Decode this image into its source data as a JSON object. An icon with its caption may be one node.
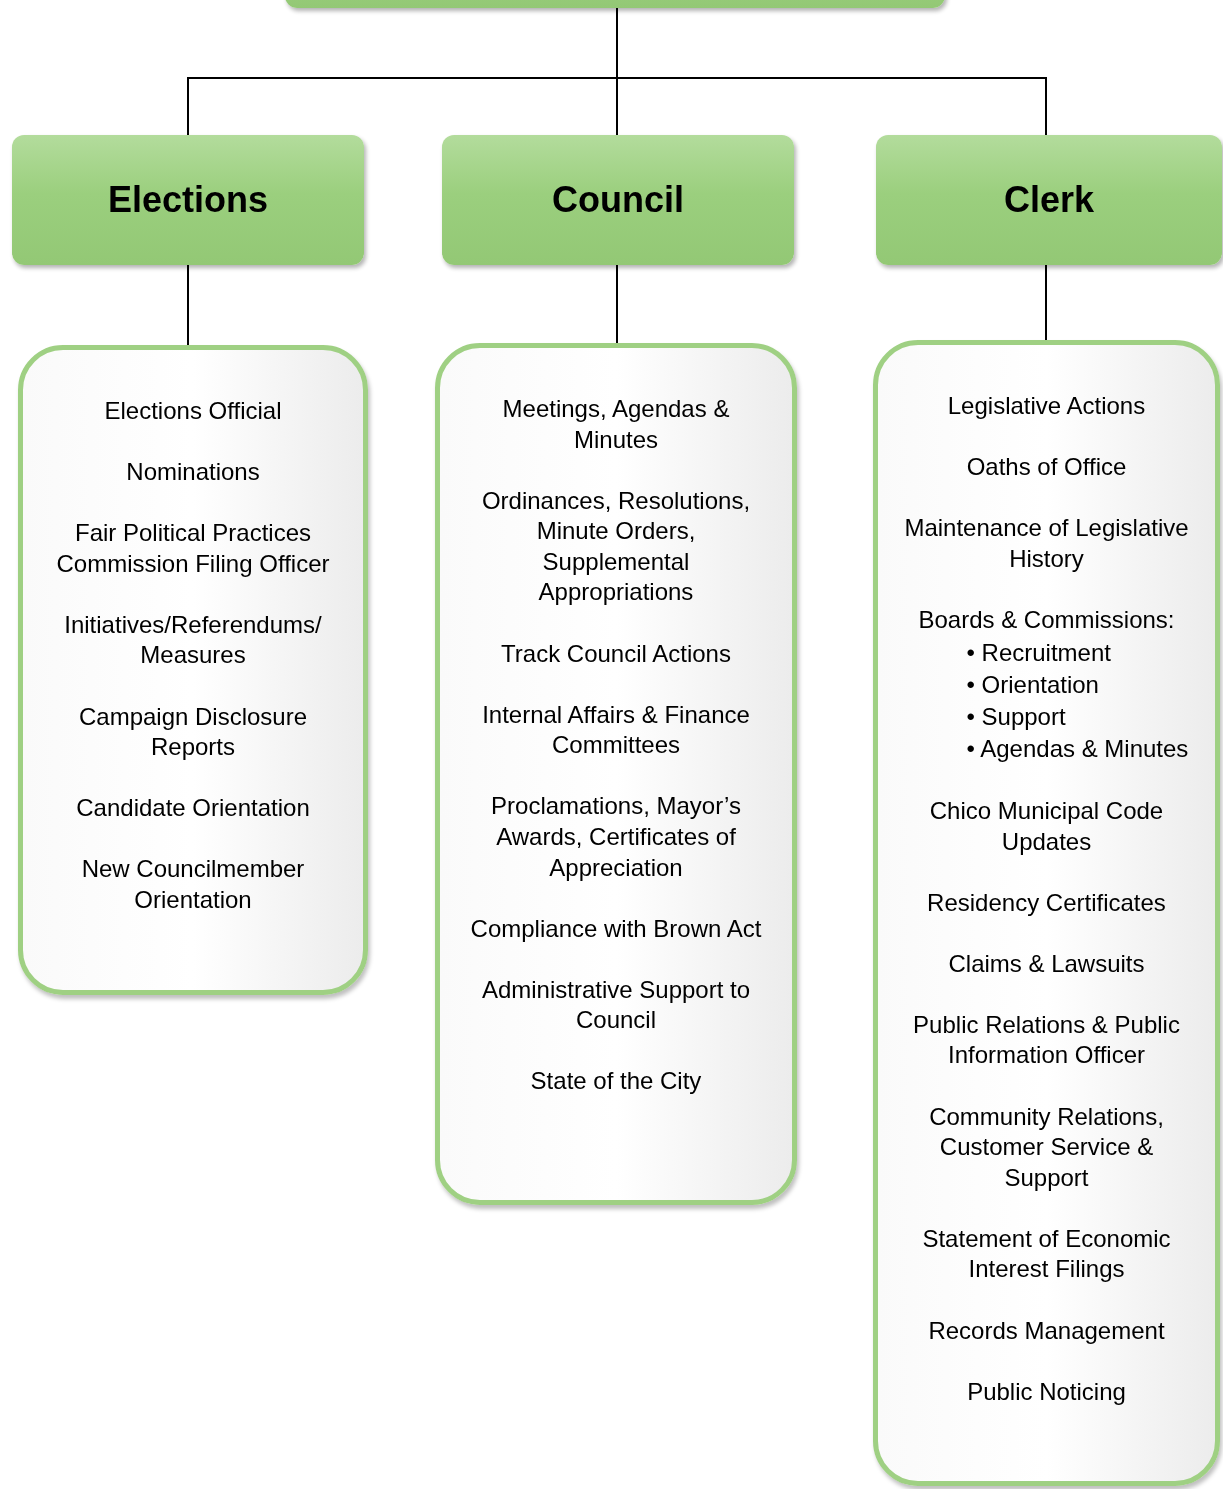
{
  "diagram": {
    "nodes": [
      {
        "text": [],
        "shape": "box"
      },
      {
        "text": [
          "Elections"
        ]
      },
      {
        "text": [
          "Council"
        ]
      },
      {
        "text": [
          "Clerk"
        ]
      },
      {
        "text": [
          "Elections Official",
          "Nominations",
          "Fair Political Practices Commission Filing Officer",
          "Initiatives/Referendums/ Measures",
          "Campaign Disclosure Reports",
          "Candidate Orientation",
          "New Councilmember Orientation"
        ]
      },
      {
        "text": [
          "Meetings, Agendas & Minutes",
          "Ordinances, Resolutions, Minute Orders, Supplemental Appropriations",
          "Track Council Actions",
          "Internal Affairs & Finance Committees",
          "Proclamations, Mayor’s Awards, Certificates of Appreciation",
          "Compliance with Brown Act",
          "Administrative Support to Council",
          "State of the City"
        ]
      },
      {
        "text": [
          "Legislative Actions",
          "Oaths of Office",
          "Maintenance of Legislative History",
          "Boards & Commissions:",
          "• Recruitment",
          "• Orientation",
          "• Support",
          "• Agendas & Minutes",
          "Chico Municipal Code Updates",
          "Residency Certificates",
          "Claims & Lawsuits",
          "Public Relations & Public Information Officer",
          "Community Relations, Customer Service & Support",
          "Statement of Economic Interest Filings",
          "Records Management",
          "Public Noticing"
        ]
      }
    ],
    "edges": [
      {
        "from": 0,
        "to": 1,
        "arrow": "none"
      },
      {
        "from": 0,
        "to": 2,
        "arrow": "none"
      },
      {
        "from": 0,
        "to": 3,
        "arrow": "none"
      },
      {
        "from": 1,
        "to": 4,
        "arrow": "none"
      },
      {
        "from": 2,
        "to": 5,
        "arrow": "none"
      },
      {
        "from": 3,
        "to": 6,
        "arrow": "none"
      }
    ]
  }
}
